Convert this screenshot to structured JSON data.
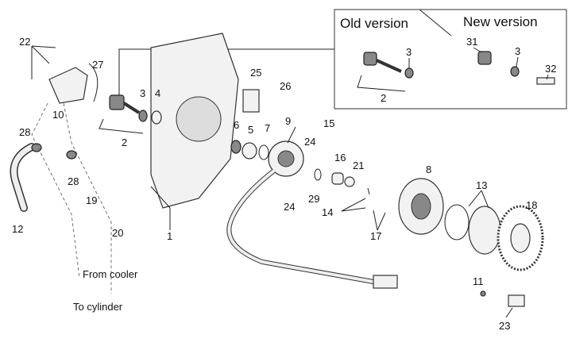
{
  "inset": {
    "old_version": "Old version",
    "new_version": "New version",
    "labels": [
      "31",
      "3",
      "32",
      "3",
      "2"
    ]
  },
  "callouts": {
    "p22": "22",
    "p27": "27",
    "p10": "10",
    "p28a": "28",
    "p28b": "28",
    "p12": "12",
    "p19": "19",
    "p20": "20",
    "p3": "3",
    "p4": "4",
    "p2": "2",
    "p1": "1",
    "p25": "25",
    "p26": "26",
    "p6": "6",
    "p5": "5",
    "p7": "7",
    "p9": "9",
    "p24a": "24",
    "p24b": "24",
    "p15": "15",
    "p16": "16",
    "p21": "21",
    "p29": "29",
    "p8": "8",
    "p14": "14",
    "p17": "17",
    "p13": "13",
    "p18": "18",
    "p11": "11",
    "p23": "23"
  },
  "captions": {
    "from_cooler": "From cooler",
    "to_cylinder": "To cylinder"
  }
}
